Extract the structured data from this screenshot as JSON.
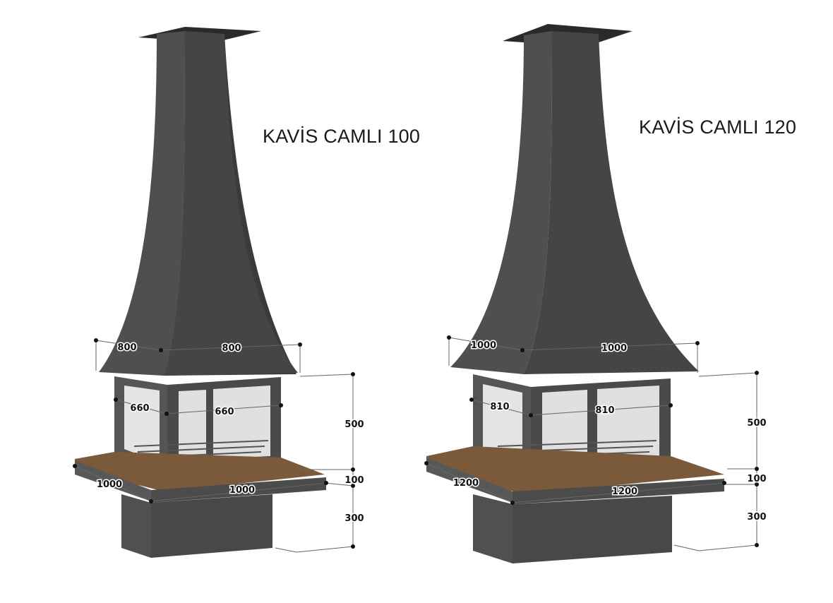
{
  "colors": {
    "hood": "#4a4a4a",
    "hood_side": "#3c3c3c",
    "frame": "#4d4d4d",
    "glass": "#e2e2e2",
    "shelf_top": "#7a5a3a",
    "shelf_edge": "#505050",
    "base": "#4a4a4a",
    "dimension_line": "#555555"
  },
  "models": [
    {
      "title": "KAVİS CAMLI 100",
      "dims": {
        "hood_left": "800",
        "hood_front": "800",
        "glass_left": "660",
        "glass_front": "660",
        "glass_height": "500",
        "shelf_height": "100",
        "base_height": "300",
        "shelf_left": "1000",
        "shelf_front": "1000"
      }
    },
    {
      "title": "KAVİS CAMLI 120",
      "dims": {
        "hood_left": "1000",
        "hood_front": "1000",
        "glass_left": "810",
        "glass_front": "810",
        "glass_height": "500",
        "shelf_height": "100",
        "base_height": "300",
        "shelf_left": "1200",
        "shelf_front": "1200"
      }
    }
  ]
}
